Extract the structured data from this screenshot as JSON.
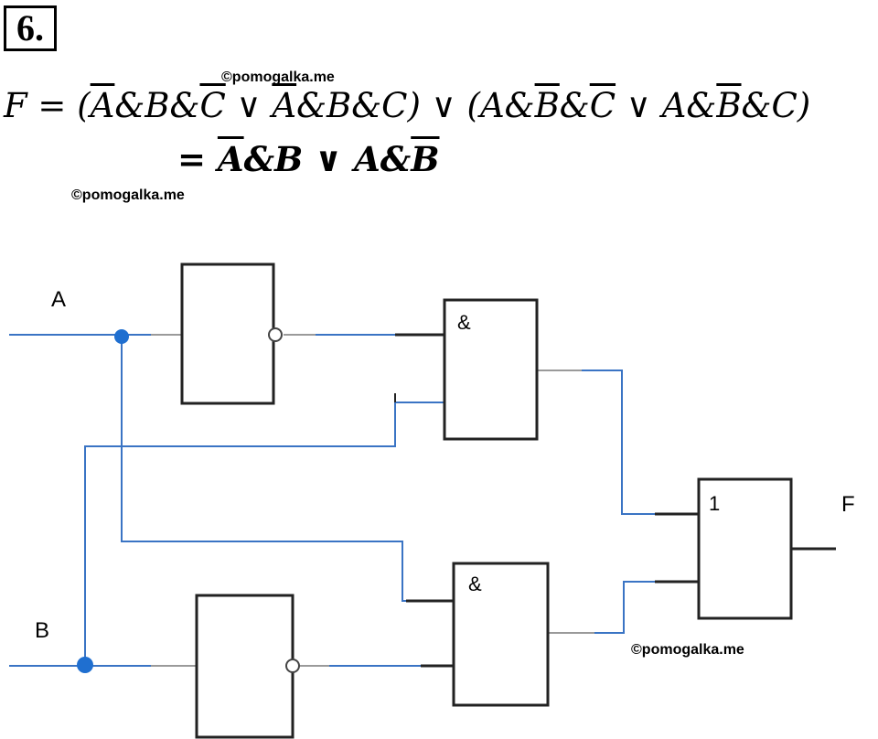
{
  "task_number": "6.",
  "watermarks": [
    "©pomogalka.me",
    "©pomogalka.me",
    "©pomogalka.me"
  ],
  "formula": {
    "line1": "F = (A̅&B&C̅ ∨ A̅&B&C) ∨ (A&B̅&C̅ ∨ A&B̅&C)",
    "line2": "= A̅&B ∨ A&B̅"
  },
  "inputs": {
    "a": "A",
    "b": "B"
  },
  "output": "F",
  "gates": {
    "and_top": "&",
    "and_bottom": "&",
    "or_gate": "1"
  },
  "colors": {
    "wire": "#3a74c4",
    "junction": "#1f6fd0",
    "stub": "#9a9a9a",
    "gate": "#222222"
  }
}
